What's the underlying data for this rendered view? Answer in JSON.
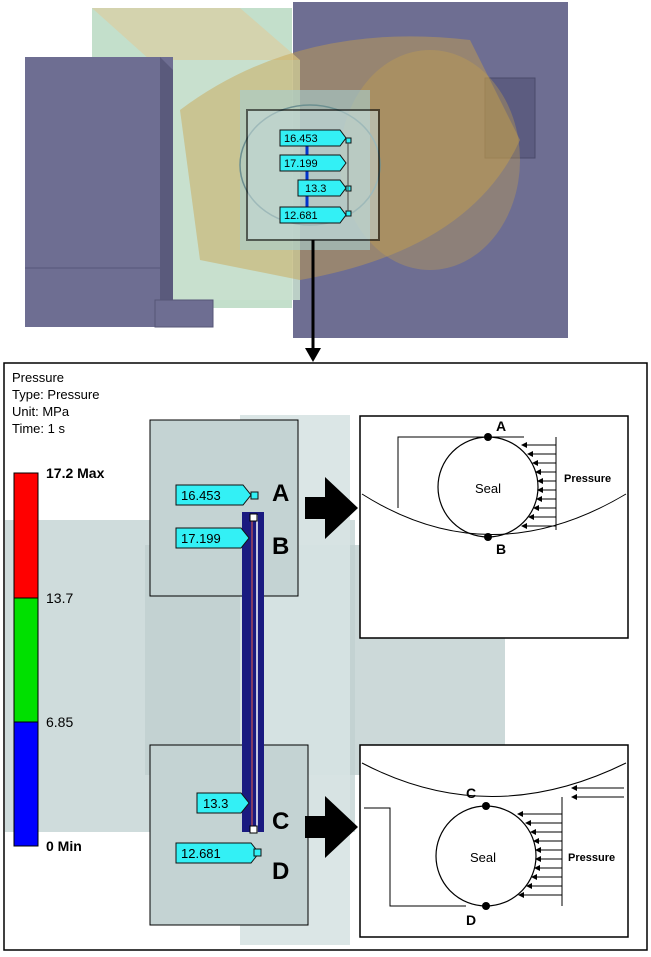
{
  "legend": {
    "title": "Pressure",
    "type_line": "Type: Pressure",
    "unit_line": "Unit: MPa",
    "time_line": "Time: 1 s",
    "max_label": "17.2 Max",
    "mid_high_label": "13.7",
    "mid_low_label": "6.85",
    "min_label": "0 Min",
    "colors": {
      "high": "#ff0000",
      "mid": "#00e000",
      "low": "#0000ff"
    }
  },
  "probes": {
    "top_view": [
      "16.453",
      "17.199",
      "13.3",
      "12.681"
    ],
    "detail": [
      "16.453",
      "17.199",
      "13.3",
      "12.681"
    ]
  },
  "point_labels": {
    "a": "A",
    "b": "B",
    "c": "C",
    "d": "D"
  },
  "insets": {
    "upper": {
      "seal": "Seal",
      "pressure": "Pressure",
      "point_top": "A",
      "point_bottom": "B"
    },
    "lower": {
      "seal": "Seal",
      "pressure": "Pressure",
      "point_top": "C",
      "point_bottom": "D"
    }
  }
}
